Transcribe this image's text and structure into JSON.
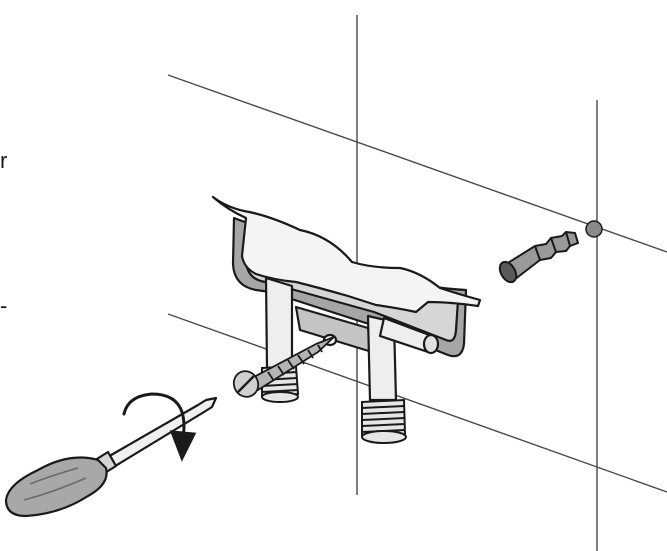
{
  "figure": {
    "cropped_text": [
      "r",
      "-"
    ],
    "colors": {
      "stroke": "#1a1a1a",
      "light_fill": "#f2f2f2",
      "mid_fill": "#cfcfcf",
      "dark_fill": "#9a9a9a",
      "wall_line": "#4a4a4a"
    },
    "icons": [
      "wall-grid-lines",
      "mounting-bracket",
      "support-post",
      "threaded-foot",
      "wood-screw",
      "wall-plug",
      "screwdriver",
      "rotation-arrow",
      "drill-mark"
    ]
  }
}
